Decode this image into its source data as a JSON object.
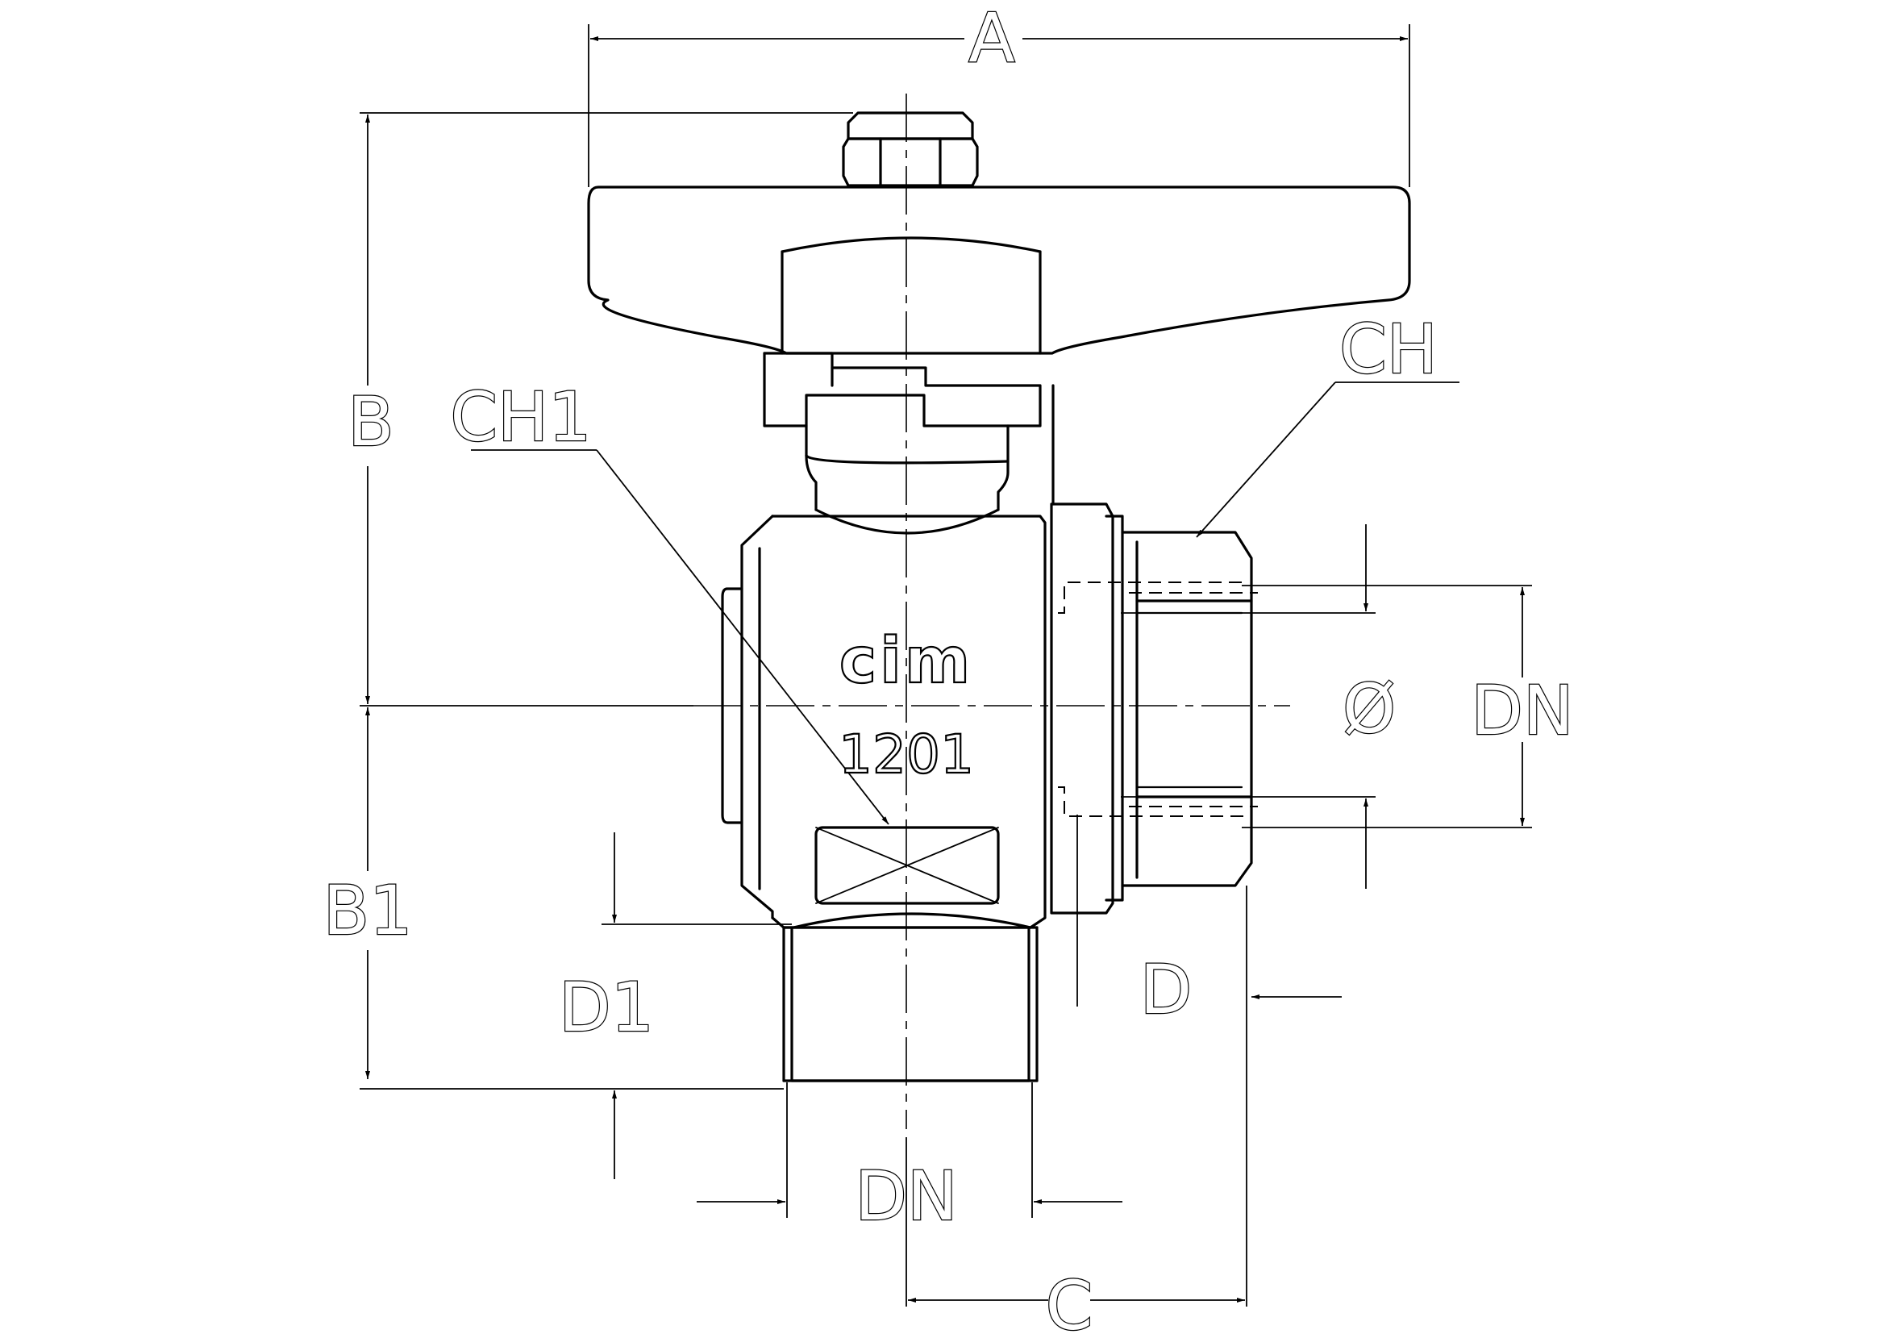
{
  "drawing": {
    "labels": {
      "A": "A",
      "B": "B",
      "B1": "B1",
      "CH": "CH",
      "CH1": "CH1",
      "diameter": "Ø",
      "DN_right": "DN",
      "DN_bottom": "DN",
      "D": "D",
      "D1": "D1",
      "C": "C"
    },
    "body_markings": {
      "logo": "cim",
      "model": "1201"
    }
  }
}
